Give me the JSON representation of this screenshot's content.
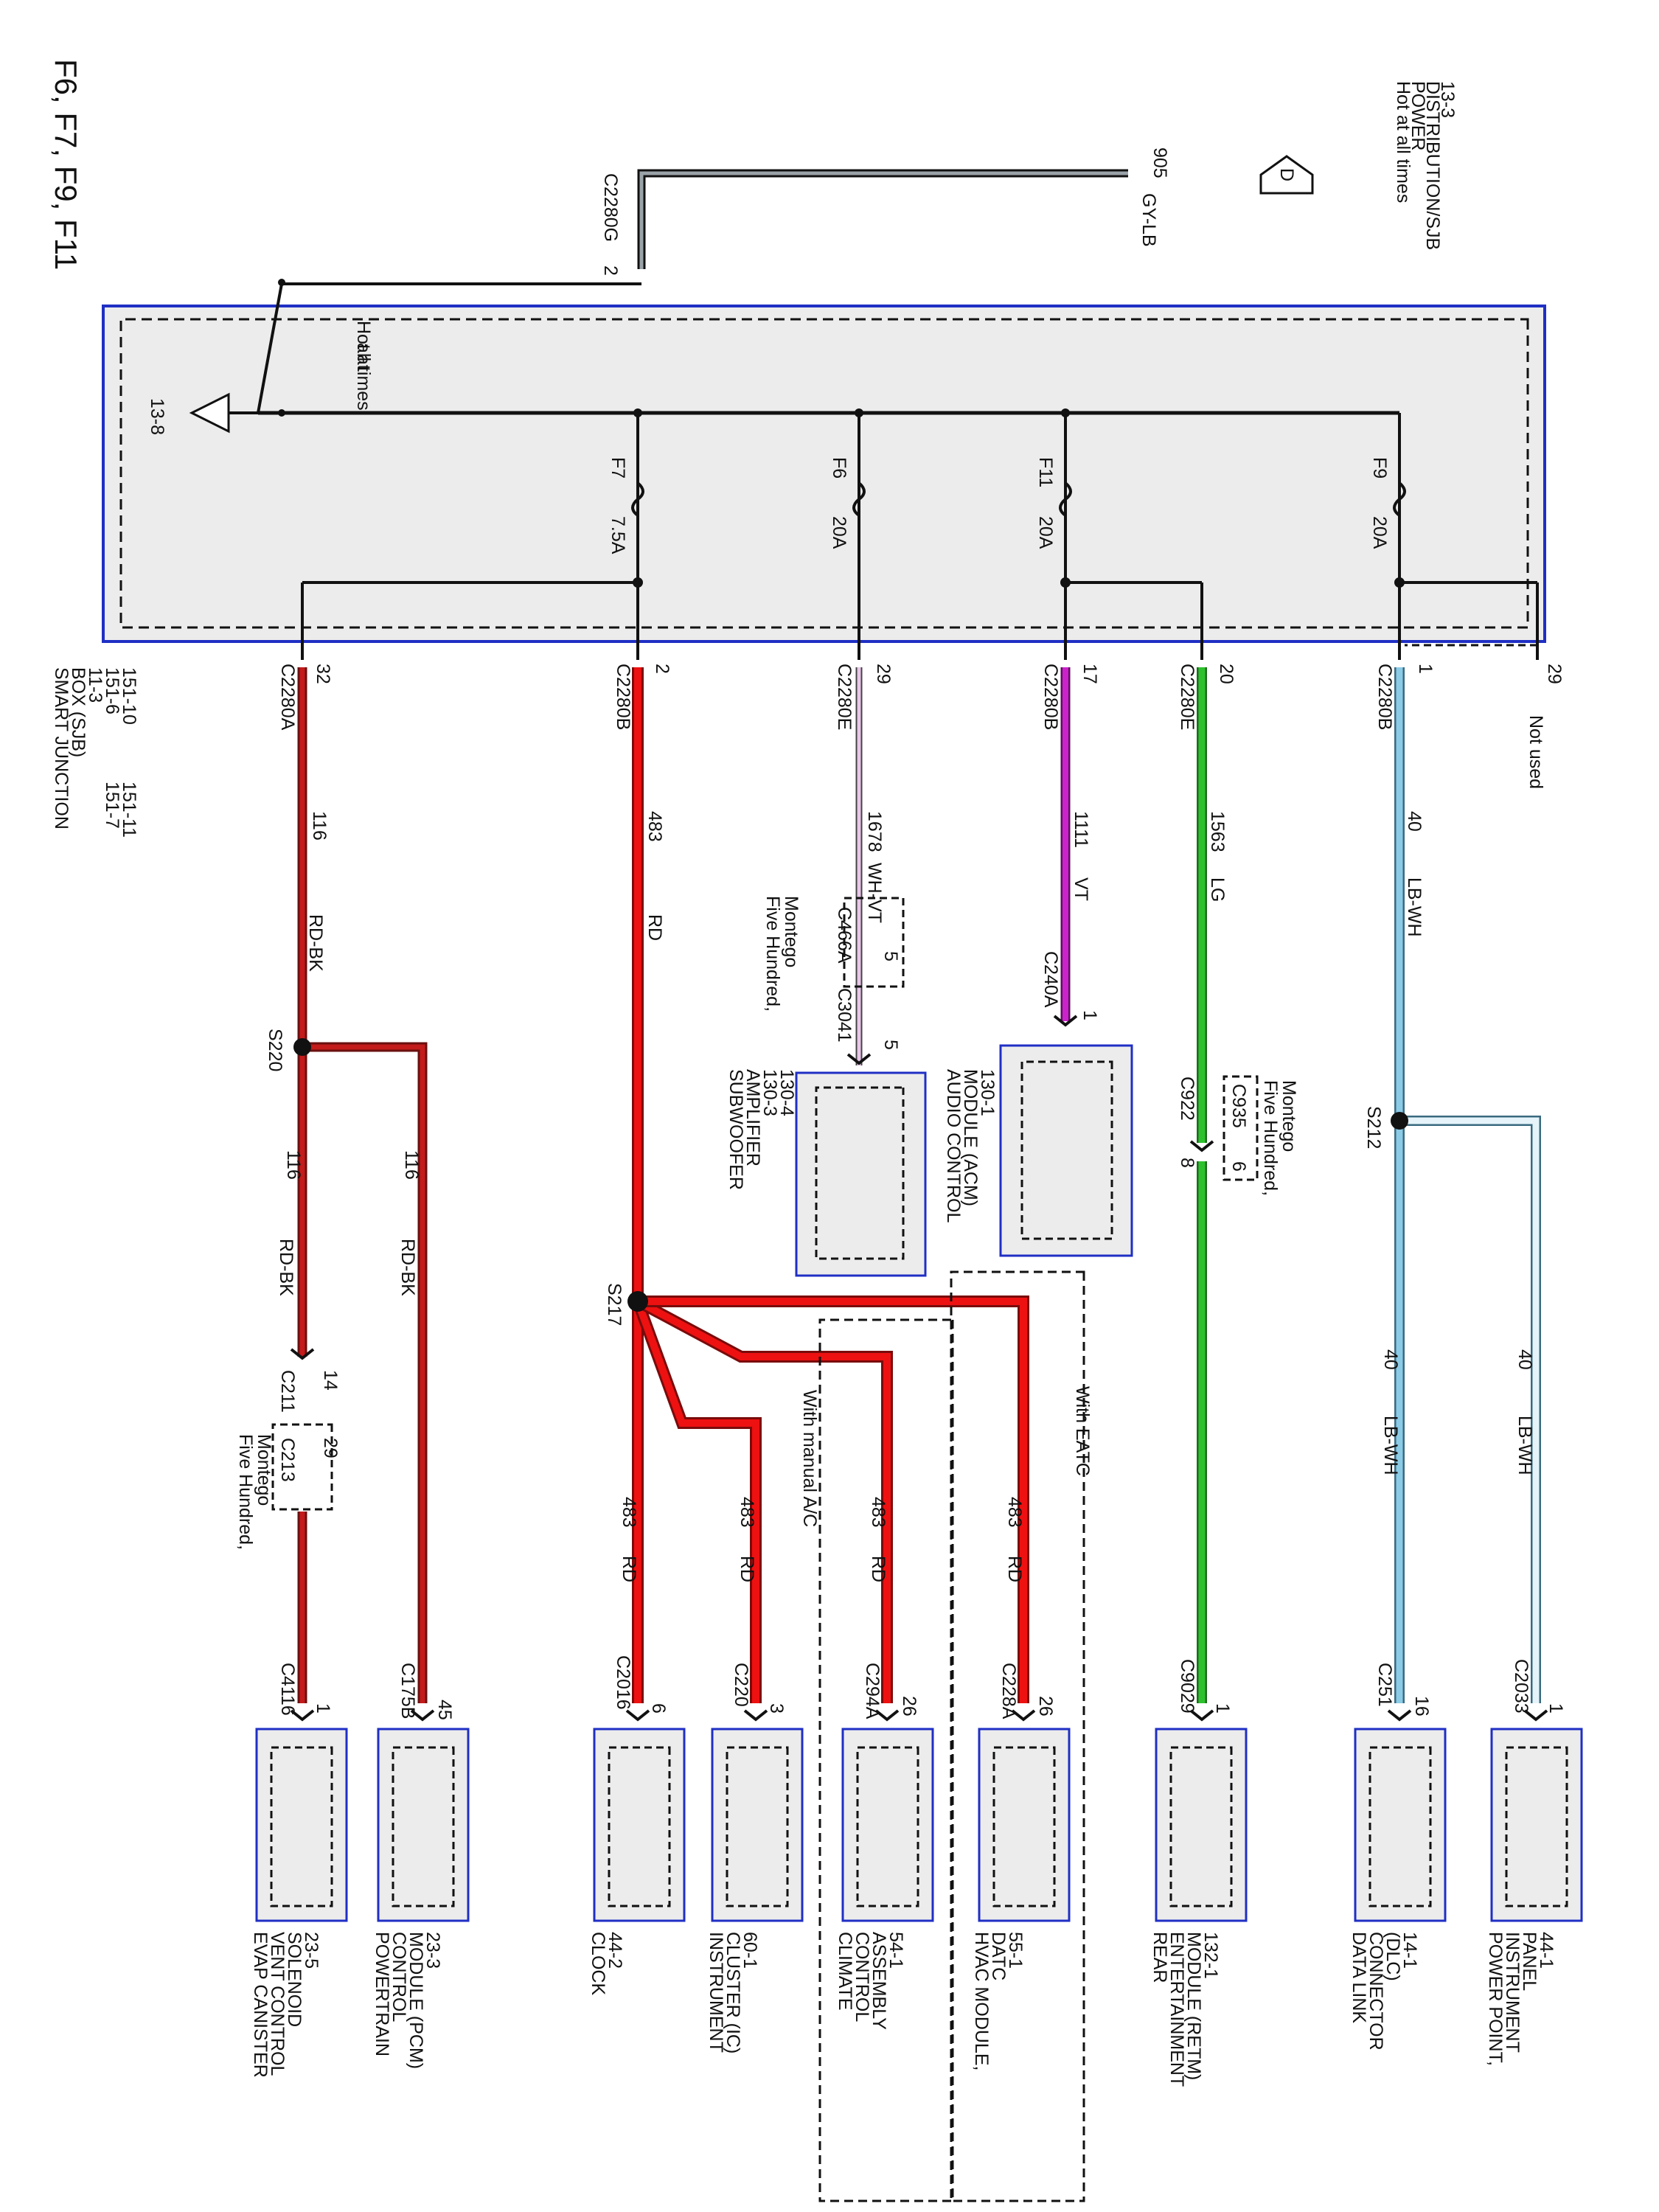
{
  "title": "F6, F7, F9, F11",
  "source": {
    "lines": [
      "Hot at all times",
      "POWER",
      "DISTRIBUTION/SJB",
      "13-3"
    ],
    "connector_letter": "D",
    "circuit": "905",
    "color": "GY-LB",
    "connector": "C2280G",
    "pin": "2"
  },
  "sjb": {
    "lines": [
      "SMART JUNCTION",
      "BOX (SJB)",
      "11-3",
      "151-6",
      "151-10"
    ],
    "lines_right": [
      "151-7",
      "151-11"
    ],
    "hot_label": [
      "Hot at",
      "all times"
    ],
    "ground_ref": "13-8"
  },
  "fuses": [
    {
      "name": "F7",
      "rating": "7.5A"
    },
    {
      "name": "F6",
      "rating": "20A"
    },
    {
      "name": "F11",
      "rating": "20A"
    },
    {
      "name": "F9",
      "rating": "20A"
    }
  ],
  "outputs": [
    {
      "connector": "C2280A",
      "pin": "32",
      "circuit": "116",
      "color": "RD-BK"
    },
    {
      "connector": "C2280B",
      "pin": "2",
      "circuit": "483",
      "color": "RD"
    },
    {
      "connector": "C2280E",
      "pin": "29",
      "circuit": "1678",
      "color": "WH-VT"
    },
    {
      "connector": "C2280B",
      "pin": "17",
      "circuit": "1111",
      "color": "VT"
    },
    {
      "connector": "C2280E",
      "pin": "20",
      "circuit": "1563",
      "color": "LG"
    },
    {
      "connector": "C2280B",
      "pin": "1",
      "circuit": "40",
      "color": "LB-WH"
    },
    {
      "connector": "",
      "pin": "29",
      "circuit": "",
      "color": ""
    }
  ],
  "not_used": "Not used",
  "splices": {
    "s220": "S220",
    "s217": "S217",
    "s212": "S212"
  },
  "inline": {
    "c211": {
      "connector": "C211",
      "pin": "14"
    },
    "c213": {
      "connector": "C213",
      "pin": "29",
      "note": [
        "Five Hundred,",
        "Montego"
      ]
    },
    "c466a": {
      "connector": "C466A",
      "pin": "5",
      "note": [
        "Five Hundred,",
        "Montego"
      ]
    },
    "c3041": {
      "connector": "C3041",
      "pin": "5"
    },
    "c240a": {
      "connector": "C240A",
      "pin": "1"
    },
    "c922": {
      "connector": "C922",
      "pin": "8"
    },
    "c935": {
      "connector": "C935",
      "pin": "6",
      "note": [
        "Five Hundred,",
        "Montego"
      ]
    }
  },
  "branch_wires": {
    "evap": {
      "circuit": "116",
      "color": "RD-BK"
    },
    "pcm": {
      "circuit": "116",
      "color": "RD-BK"
    },
    "clock": {
      "circuit": "483",
      "color": "RD"
    },
    "ic": {
      "circuit": "483",
      "color": "RD"
    },
    "cca": {
      "circuit": "483",
      "color": "RD"
    },
    "hvac": {
      "circuit": "483",
      "color": "RD"
    },
    "dlc": {
      "circuit": "40",
      "color": "LB-WH"
    },
    "pp": {
      "circuit": "40",
      "color": "LB-WH"
    }
  },
  "options": {
    "manual_ac": "With manual A/C",
    "eatc": "With EATC"
  },
  "components": {
    "sub": {
      "lines": [
        "SUBWOOFER",
        "AMPLIFIER",
        "130-3",
        "130-4"
      ]
    },
    "acm": {
      "lines": [
        "AUDIO CONTROL",
        "MODULE (ACM)",
        "130-1"
      ]
    },
    "evap": {
      "connector": "C4116",
      "pin": "1",
      "lines": [
        "EVAP CANISTER",
        "VENT CONTROL",
        "SOLENOID",
        "23-5"
      ]
    },
    "pcm": {
      "connector": "C175B",
      "pin": "45",
      "lines": [
        "POWERTRAIN",
        "CONTROL",
        "MODULE (PCM)",
        "23-3"
      ]
    },
    "clock": {
      "connector": "C2016",
      "pin": "6",
      "lines": [
        "CLOCK",
        "44-2"
      ]
    },
    "ic": {
      "connector": "C220",
      "pin": "3",
      "lines": [
        "INSTRUMENT",
        "CLUSTER (IC)",
        "60-1"
      ]
    },
    "cca": {
      "connector": "C294A",
      "pin": "26",
      "lines": [
        "CLIMATE",
        "CONTROL",
        "ASSEMBLY",
        "54-1"
      ]
    },
    "hvac": {
      "connector": "C228A",
      "pin": "26",
      "lines": [
        "HVAC MODULE,",
        "DATC",
        "55-1"
      ]
    },
    "retm": {
      "connector": "C9029",
      "pin": "1",
      "lines": [
        "REAR",
        "ENTERTAINMENT",
        "MODULE (RETM)",
        "132-1"
      ]
    },
    "dlc": {
      "connector": "C251",
      "pin": "16",
      "lines": [
        "DATA LINK",
        "CONNECTOR",
        "(DLC)",
        "14-1"
      ]
    },
    "pp": {
      "connector": "C2033",
      "pin": "1",
      "lines": [
        "POWER POINT,",
        "INSTRUMENT",
        "PANEL",
        "44-1"
      ]
    }
  },
  "colors": {
    "red": "#ee1111",
    "red_dark": "#8b1515",
    "green": "#2ec12e",
    "violet": "#cc22cc",
    "light_blue": "#8ccbe6",
    "frame": "#1f2fc4",
    "box_fill": "#ececec"
  }
}
